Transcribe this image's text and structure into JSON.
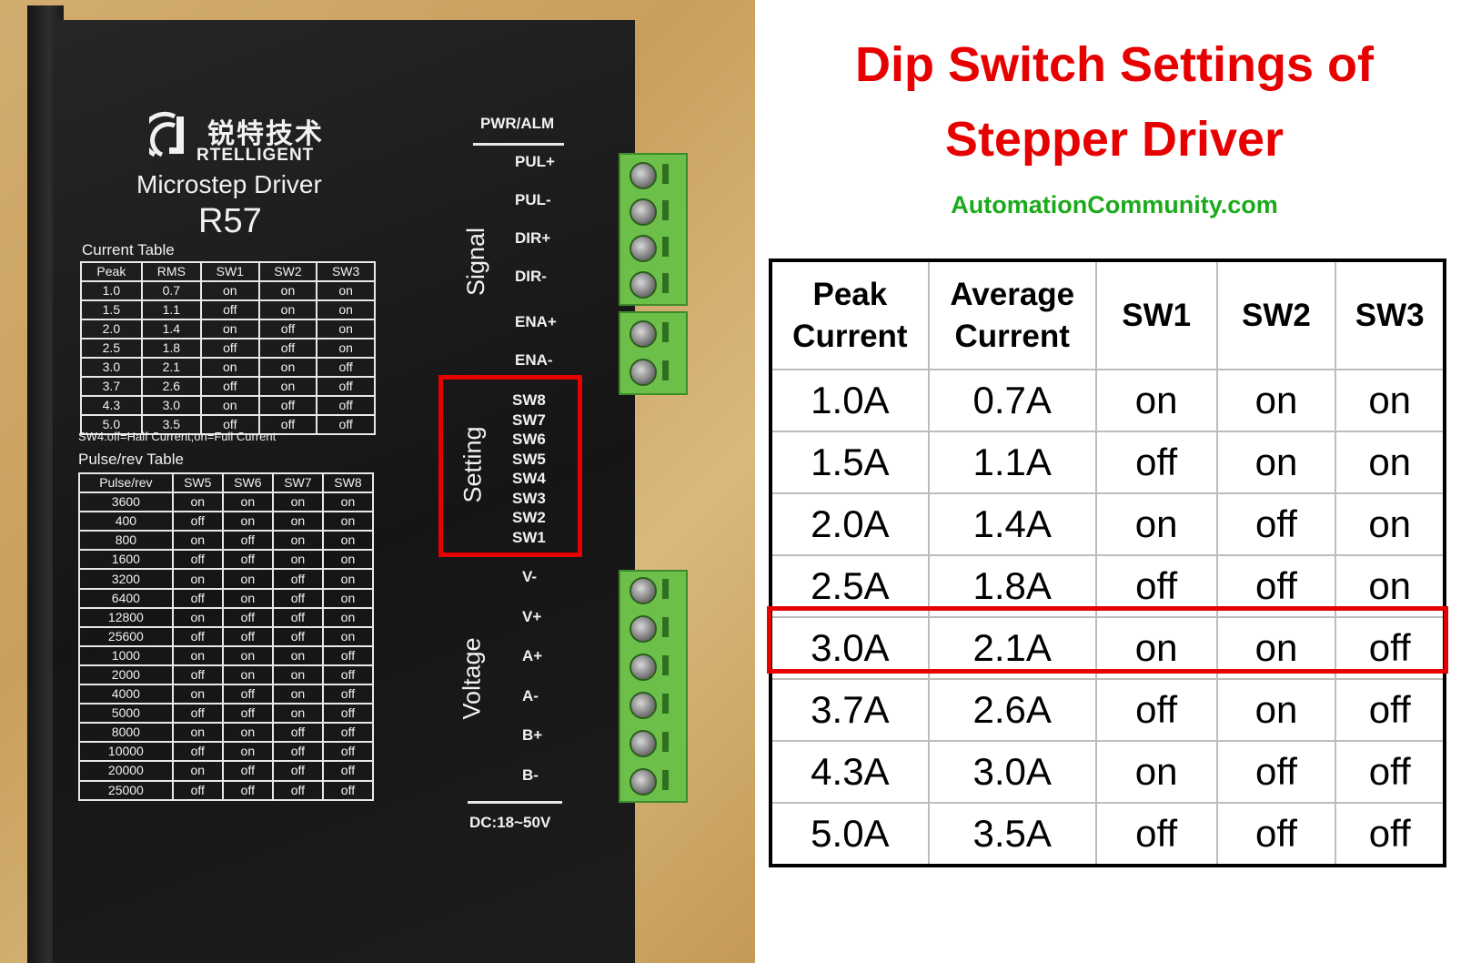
{
  "device": {
    "brand_cn": "锐特技术",
    "brand_en": "RTELLIGENT",
    "model_name": "Microstep Driver",
    "model_code": "R57",
    "current_table_title": "Current Table",
    "current_table": {
      "headers": [
        "Peak",
        "RMS",
        "SW1",
        "SW2",
        "SW3"
      ],
      "rows": [
        [
          "1.0",
          "0.7",
          "on",
          "on",
          "on"
        ],
        [
          "1.5",
          "1.1",
          "off",
          "on",
          "on"
        ],
        [
          "2.0",
          "1.4",
          "on",
          "off",
          "on"
        ],
        [
          "2.5",
          "1.8",
          "off",
          "off",
          "on"
        ],
        [
          "3.0",
          "2.1",
          "on",
          "on",
          "off"
        ],
        [
          "3.7",
          "2.6",
          "off",
          "on",
          "off"
        ],
        [
          "4.3",
          "3.0",
          "on",
          "off",
          "off"
        ],
        [
          "5.0",
          "3.5",
          "off",
          "off",
          "off"
        ]
      ]
    },
    "sw4_note": "SW4:off=Half Current;on=Full Current",
    "pulse_table_title": "Pulse/rev Table",
    "pulse_table": {
      "headers": [
        "Pulse/rev",
        "SW5",
        "SW6",
        "SW7",
        "SW8"
      ],
      "rows": [
        [
          "3600",
          "on",
          "on",
          "on",
          "on"
        ],
        [
          "400",
          "off",
          "on",
          "on",
          "on"
        ],
        [
          "800",
          "on",
          "off",
          "on",
          "on"
        ],
        [
          "1600",
          "off",
          "off",
          "on",
          "on"
        ],
        [
          "3200",
          "on",
          "on",
          "off",
          "on"
        ],
        [
          "6400",
          "off",
          "on",
          "off",
          "on"
        ],
        [
          "12800",
          "on",
          "off",
          "off",
          "on"
        ],
        [
          "25600",
          "off",
          "off",
          "off",
          "on"
        ],
        [
          "1000",
          "on",
          "on",
          "on",
          "off"
        ],
        [
          "2000",
          "off",
          "on",
          "on",
          "off"
        ],
        [
          "4000",
          "on",
          "off",
          "on",
          "off"
        ],
        [
          "5000",
          "off",
          "off",
          "on",
          "off"
        ],
        [
          "8000",
          "on",
          "on",
          "off",
          "off"
        ],
        [
          "10000",
          "off",
          "on",
          "off",
          "off"
        ],
        [
          "20000",
          "on",
          "off",
          "off",
          "off"
        ],
        [
          "25000",
          "off",
          "off",
          "off",
          "off"
        ]
      ]
    },
    "pwr_alm": "PWR/ALM",
    "signal_label": "Signal",
    "signal_pins": [
      "PUL+",
      "PUL-",
      "DIR+",
      "DIR-",
      "ENA+",
      "ENA-"
    ],
    "setting_label": "Setting",
    "setting_switches": [
      "SW8",
      "SW7",
      "SW6",
      "SW5",
      "SW4",
      "SW3",
      "SW2",
      "SW1"
    ],
    "voltage_label": "Voltage",
    "voltage_pins": [
      "V-",
      "V+",
      "A+",
      "A-",
      "B+",
      "B-"
    ],
    "dc_range": "DC:18~50V"
  },
  "heading": {
    "line1": "Dip Switch Settings of",
    "line2": "Stepper Driver",
    "site": "AutomationCommunity.com"
  },
  "main_table": {
    "headers": [
      "Peak Current",
      "Average Current",
      "SW1",
      "SW2",
      "SW3"
    ],
    "rows": [
      [
        "1.0A",
        "0.7A",
        "on",
        "on",
        "on"
      ],
      [
        "1.5A",
        "1.1A",
        "off",
        "on",
        "on"
      ],
      [
        "2.0A",
        "1.4A",
        "on",
        "off",
        "on"
      ],
      [
        "2.5A",
        "1.8A",
        "off",
        "off",
        "on"
      ],
      [
        "3.0A",
        "2.1A",
        "on",
        "on",
        "off"
      ],
      [
        "3.7A",
        "2.6A",
        "off",
        "on",
        "off"
      ],
      [
        "4.3A",
        "3.0A",
        "on",
        "off",
        "off"
      ],
      [
        "5.0A",
        "3.5A",
        "off",
        "off",
        "off"
      ]
    ],
    "highlighted_row": 4
  },
  "colors": {
    "accent_red": "#e60000",
    "accent_green": "#1aaa1a",
    "terminal_green": "#6cc04a"
  }
}
